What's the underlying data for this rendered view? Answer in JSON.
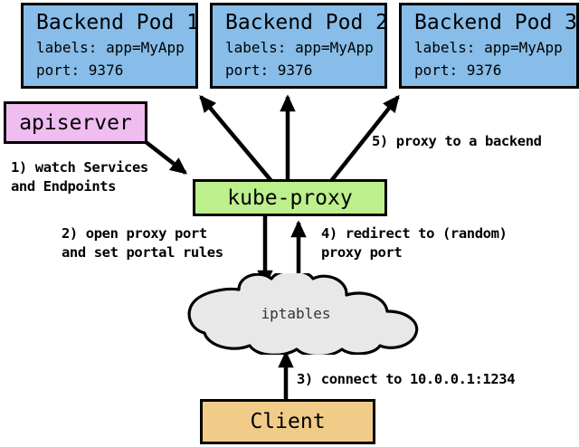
{
  "diagram": {
    "title": "kube-proxy services proxy flow",
    "colors": {
      "pod_bg": "#87bde8",
      "apiserver_bg": "#f0bdf0",
      "kubeproxy_bg": "#bdef8c",
      "client_bg": "#f0cc88",
      "cloud_bg": "#e8e8e8",
      "stroke": "#000000",
      "background": "#ffffff"
    },
    "pods": [
      {
        "title": "Backend Pod 1",
        "labels_line": "labels: app=MyApp",
        "port_line": "port: 9376"
      },
      {
        "title": "Backend Pod 2",
        "labels_line": "labels: app=MyApp",
        "port_line": "port: 9376"
      },
      {
        "title": "Backend Pod 3",
        "labels_line": "labels: app=MyApp",
        "port_line": "port: 9376"
      }
    ],
    "apiserver": {
      "label": "apiserver"
    },
    "kubeproxy": {
      "label": "kube-proxy"
    },
    "iptables": {
      "label": "iptables"
    },
    "client": {
      "label": "Client"
    },
    "annotations": [
      {
        "id": "step1",
        "text": "1) watch Services\nand Endpoints"
      },
      {
        "id": "step2",
        "text": "2) open proxy port\nand set portal rules"
      },
      {
        "id": "step3",
        "text": "3) connect to 10.0.0.1:1234"
      },
      {
        "id": "step4",
        "text": "4) redirect to (random)\nproxy port"
      },
      {
        "id": "step5",
        "text": "5) proxy to a backend"
      }
    ]
  }
}
